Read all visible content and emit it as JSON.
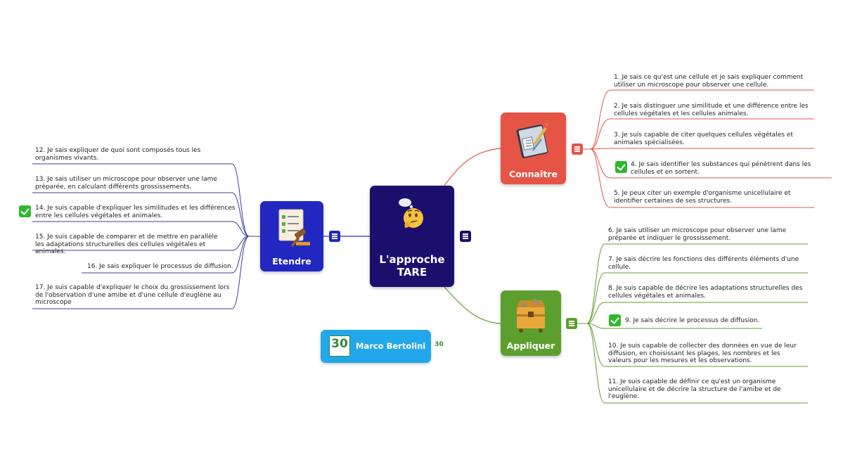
{
  "center": {
    "title": "L'approche TARE",
    "icon": "thinking-face-icon"
  },
  "branches": {
    "connaitre": {
      "label": "Connaître",
      "color": "#e65446",
      "icon": "notebook-drafting-icon",
      "topics": [
        "1. Je sais ce qu'est une cellule et je sais expliquer comment utiliser un microscope pour observer une cellule.",
        "2. Je sais distinguer une similitude et une différence entre les cellules végétales et les cellules animales.",
        "3. Je suis capable de citer quelques cellules végétales et animales spécialisées.",
        "4. Je sais identifier les substances qui pénètrent dans les cellules et en sortent.",
        "5. Je peux citer un exemple d'organisme unicellulaire et identifier certaines de ses structures."
      ]
    },
    "appliquer": {
      "label": "Appliquer",
      "color": "#5d9f2f",
      "icon": "toolbox-icon",
      "topics": [
        "6. Je sais utiliser un microscope pour observer une lame préparée et indiquer le grossissement.",
        "7. Je sais décrire les fonctions des différents éléments d'une cellule.",
        "8. Je suis capable de décrire les adaptations structurelles des cellules végétales et animales.",
        "9. Je sais décrire le processus de diffusion.",
        "10. Je suis capable de collecter des données en vue de leur diffusion, en choisissant les plages, les nombres et les valeurs pour les mesures et les observations.",
        "11. Je suis capable de définir ce qu'est un organisme unicellulaire et de décrire la structure de l'amibe et de l'euglène."
      ]
    },
    "etendre": {
      "label": "Etendre",
      "color": "#2127bf",
      "icon": "checklist-gavel-icon",
      "topics": [
        "12. Je sais expliquer de quoi sont composés tous les organismes vivants.",
        "13. Je sais utiliser un microscope pour observer une lame préparée, en calculant différents grossissements.",
        "14. Je suis capable d'expliquer les similitudes et les différences entre les cellules végétales et animales.",
        "15. Je suis capable de comparer et de mettre en parallèle les adaptations structurelles des cellules végétales et animales.",
        "16. Je sais expliquer le processus de diffusion.",
        "17. Je suis capable d'expliquer le choix du grossissement lors de l'observation d'une amibe et d'une cellule d'euglène au microscope"
      ]
    }
  },
  "author": {
    "name": "Marco Bertolini",
    "logo_text": "30"
  }
}
